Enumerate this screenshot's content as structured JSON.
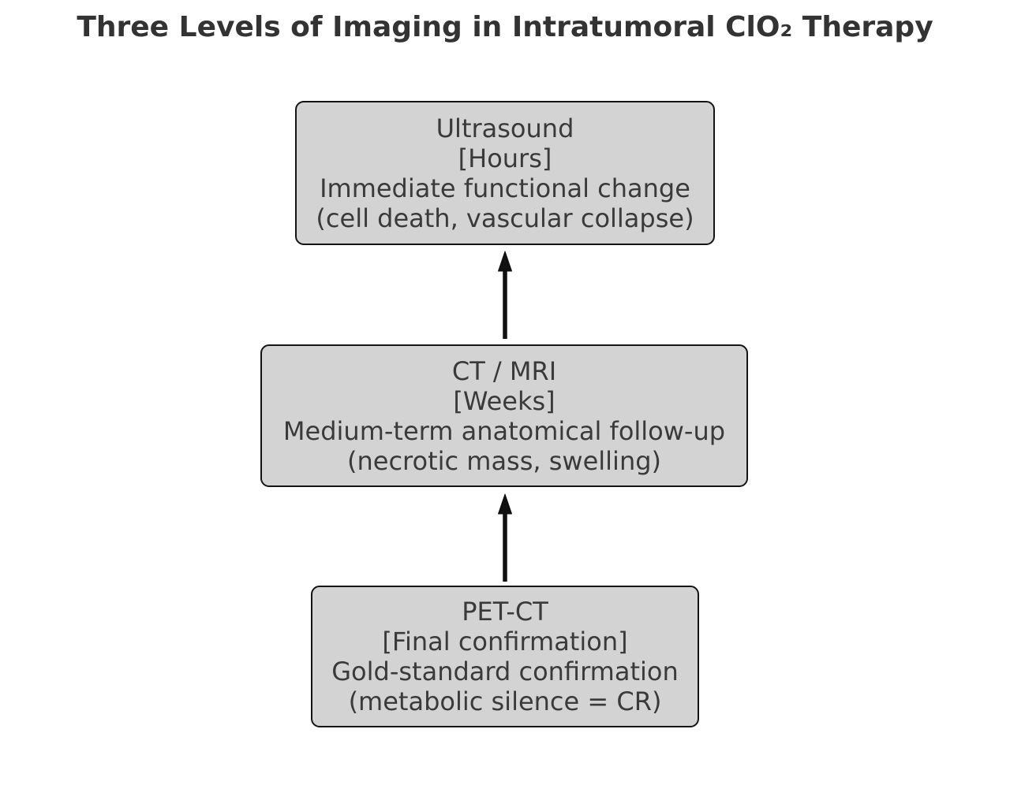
{
  "title": "Three Levels of Imaging in Intratumoral ClO₂ Therapy",
  "colors": {
    "background": "#ffffff",
    "box_fill": "#d3d3d3",
    "box_border": "#141414",
    "box_text": "#3a3a3a",
    "title_text": "#333333",
    "arrow": "#111111"
  },
  "boxes": [
    {
      "id": "ultrasound",
      "lines": [
        "Ultrasound",
        "[Hours]",
        "Immediate functional change",
        "(cell death, vascular collapse)"
      ]
    },
    {
      "id": "ct-mri",
      "lines": [
        "CT / MRI",
        "[Weeks]",
        "Medium-term anatomical follow-up",
        "(necrotic mass, swelling)"
      ]
    },
    {
      "id": "pet-ct",
      "lines": [
        "PET-CT",
        "[Final confirmation]",
        "Gold-standard confirmation",
        "(metabolic silence = CR)"
      ]
    }
  ],
  "arrows": [
    {
      "from": "ct-mri",
      "to": "ultrasound",
      "direction": "up"
    },
    {
      "from": "pet-ct",
      "to": "ct-mri",
      "direction": "up"
    }
  ]
}
